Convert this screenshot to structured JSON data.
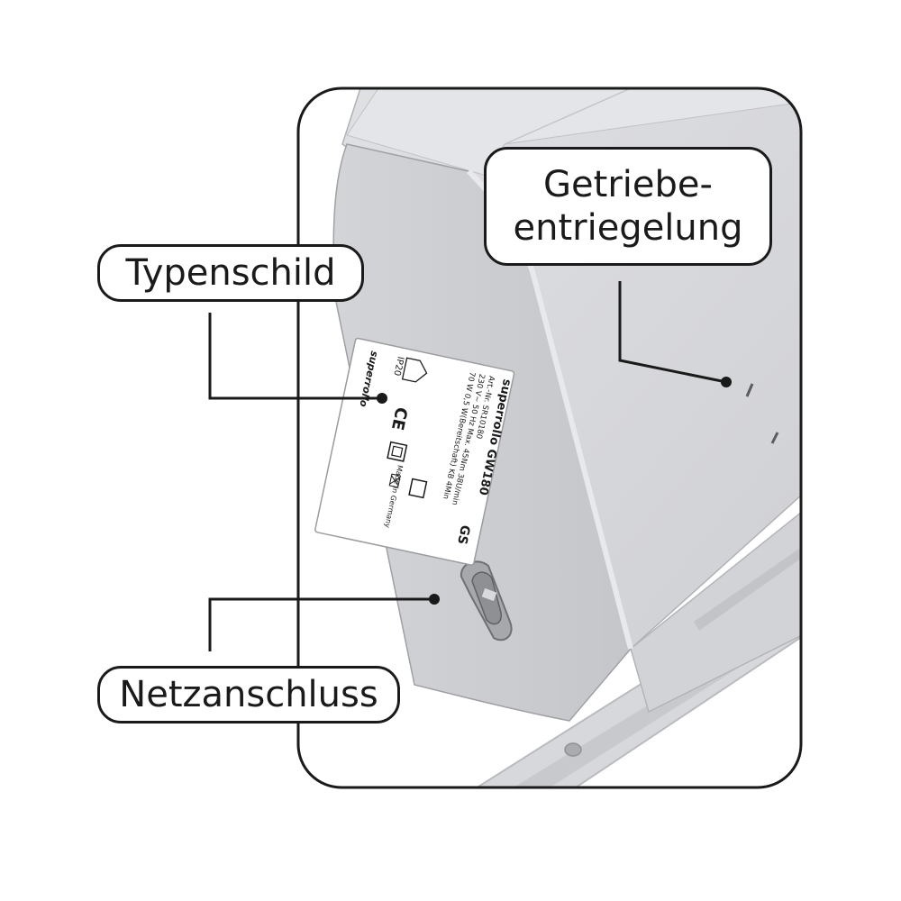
{
  "callouts": {
    "typenschild": "Typenschild",
    "netzanschluss": "Netzanschluss",
    "getriebe_line1": "Getriebe-",
    "getriebe_line2": "entriegelung"
  },
  "nameplate": {
    "title": "superrollo GW180",
    "line1": "Art.-Nr. SR10180",
    "line2": "230 V~ 50 Hz  Max. 45Nm  38U/min",
    "line3": "70 W  0,5 W(Bereitschaft)  KB 4Min",
    "rating": "IP20",
    "made_in": "Made in Germany",
    "brand": "superrollo",
    "ce": "CE",
    "gs": "GS"
  },
  "colors": {
    "housing_light": "#dcdde0",
    "housing_mid": "#c9cbcf",
    "housing_dark": "#b5b7bb",
    "outline": "#1a1a1a",
    "label_bg": "#ffffff"
  }
}
